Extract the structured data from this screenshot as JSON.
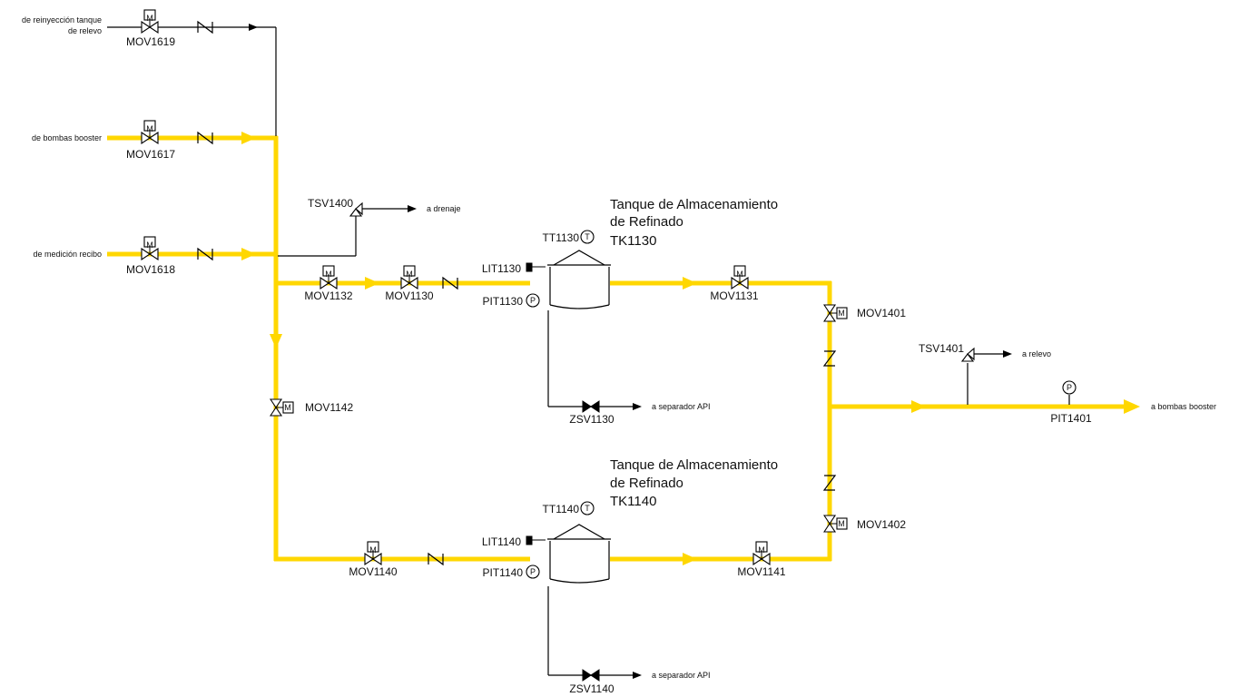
{
  "sources": {
    "reinyeccion_line1": "de reinyección tanque",
    "reinyeccion_line2": "de relevo",
    "bombas_booster": "de bombas booster",
    "medicion_recibo": "de medición recibo"
  },
  "destinations": {
    "drenaje": "a drenaje",
    "relevo": "a relevo",
    "separador_api_1": "a separador API",
    "separador_api_2": "a separador API",
    "bombas_booster_out": "a bombas booster"
  },
  "tanks": {
    "tk1130": {
      "title_line1": "Tanque de Almacenamiento",
      "title_line2": "de Refinado",
      "tag": "TK1130",
      "tt": "TT1130",
      "lit": "LIT1130",
      "pit": "PIT1130",
      "zsv": "ZSV1130"
    },
    "tk1140": {
      "title_line1": "Tanque de Almacenamiento",
      "title_line2": "de Refinado",
      "tag": "TK1140",
      "tt": "TT1140",
      "lit": "LIT1140",
      "pit": "PIT1140",
      "zsv": "ZSV1140"
    }
  },
  "valves": {
    "mov1619": "MOV1619",
    "mov1617": "MOV1617",
    "mov1618": "MOV1618",
    "mov1132": "MOV1132",
    "mov1130": "MOV1130",
    "mov1131": "MOV1131",
    "mov1142": "MOV1142",
    "mov1140": "MOV1140",
    "mov1141": "MOV1141",
    "mov1401": "MOV1401",
    "mov1402": "MOV1402",
    "tsv1400": "TSV1400",
    "tsv1401": "TSV1401"
  },
  "instruments": {
    "pit1401": "PIT1401"
  },
  "symbols": {
    "motor_letter": "M",
    "pressure_letter": "P",
    "temperature_letter": "T"
  },
  "colors": {
    "process_pipe": "#FFD700",
    "secondary_line": "#000000"
  },
  "icons": [
    "motor-operated-valve-icon",
    "check-valve-icon",
    "safety-valve-icon",
    "flow-arrow-icon",
    "pressure-indicator-icon",
    "temperature-indicator-icon",
    "level-indicator-icon",
    "tank-icon"
  ]
}
